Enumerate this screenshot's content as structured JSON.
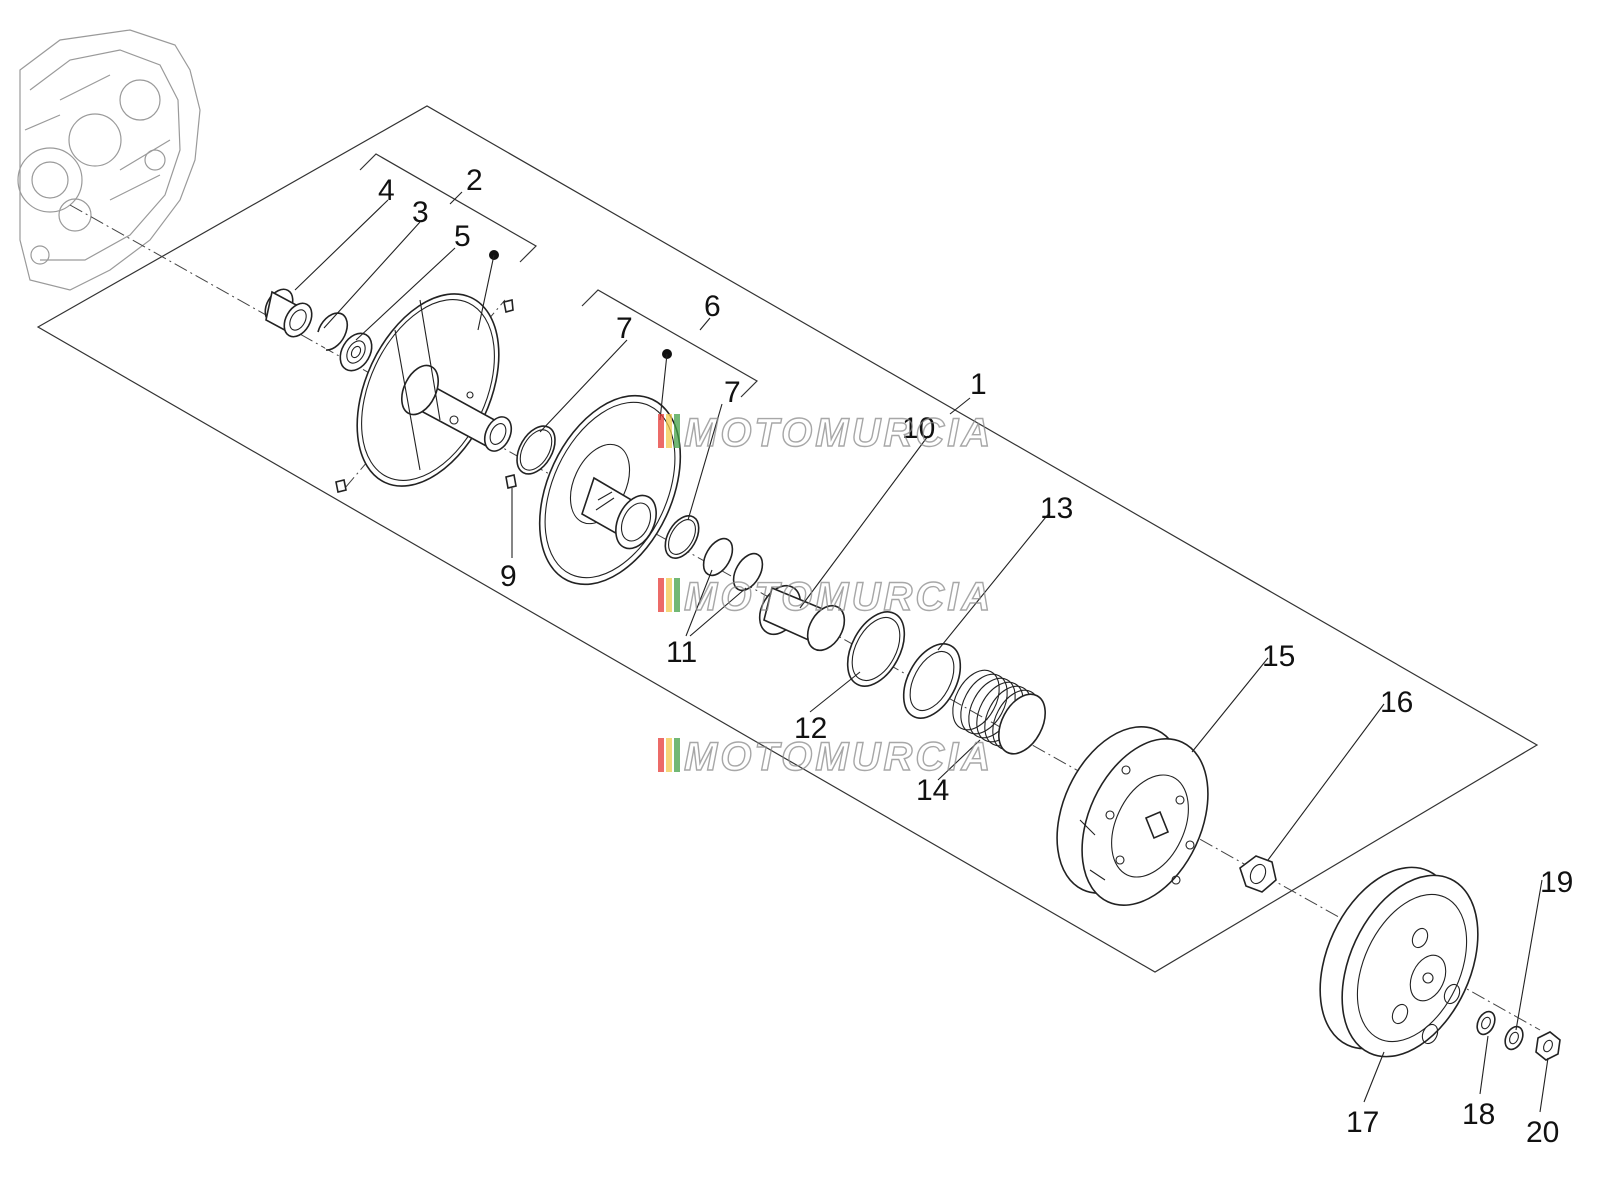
{
  "callouts": [
    {
      "id": "1",
      "text": "1"
    },
    {
      "id": "2",
      "text": "2"
    },
    {
      "id": "3",
      "text": "3"
    },
    {
      "id": "4",
      "text": "4"
    },
    {
      "id": "5",
      "text": "5"
    },
    {
      "id": "6",
      "text": "6"
    },
    {
      "id": "7a",
      "text": "7"
    },
    {
      "id": "7b",
      "text": "7"
    },
    {
      "id": "9",
      "text": "9"
    },
    {
      "id": "10",
      "text": "10"
    },
    {
      "id": "11",
      "text": "11"
    },
    {
      "id": "12",
      "text": "12"
    },
    {
      "id": "13",
      "text": "13"
    },
    {
      "id": "14",
      "text": "14"
    },
    {
      "id": "15",
      "text": "15"
    },
    {
      "id": "16",
      "text": "16"
    },
    {
      "id": "17",
      "text": "17"
    },
    {
      "id": "18",
      "text": "18"
    },
    {
      "id": "19",
      "text": "19"
    },
    {
      "id": "20",
      "text": "20"
    }
  ],
  "watermark": {
    "text": "MOTOMURCIA",
    "colors": [
      "#e53935",
      "#f2c94c",
      "#43a047"
    ]
  }
}
